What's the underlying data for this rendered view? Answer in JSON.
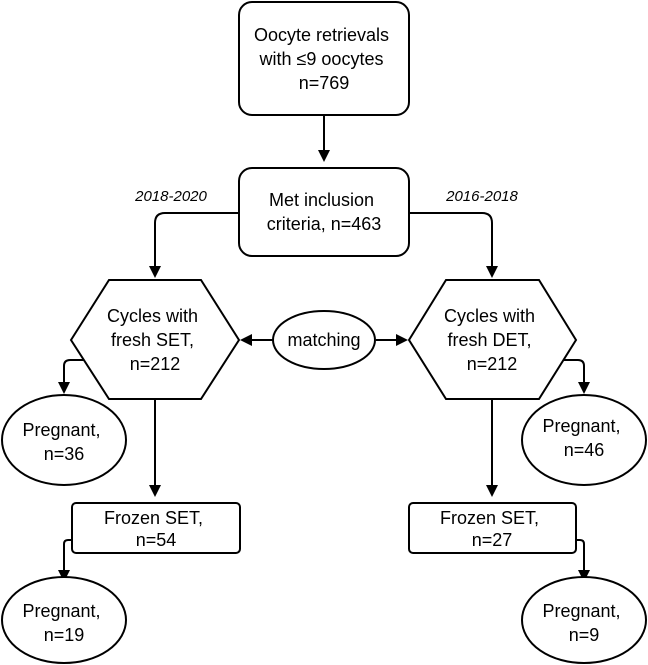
{
  "nodes": {
    "oocyte": [
      "Oocyte retrievals",
      "with ≤9 oocytes",
      "n=769"
    ],
    "inclusion": [
      "Met inclusion",
      "criteria, n=463"
    ],
    "fresh_set": [
      "Cycles with",
      "fresh SET,",
      "n=212"
    ],
    "fresh_det": [
      "Cycles with",
      "fresh DET,",
      "n=212"
    ],
    "matching": [
      "matching"
    ],
    "preg_left_1": [
      "Pregnant,",
      "n=36"
    ],
    "preg_right_1": [
      "Pregnant,",
      "n=46"
    ],
    "frozen_left": [
      "Frozen SET,",
      "n=54"
    ],
    "frozen_right": [
      "Frozen SET,",
      "n=27"
    ],
    "preg_left_2": [
      "Pregnant,",
      "n=19"
    ],
    "preg_right_2": [
      "Pregnant,",
      "n=9"
    ]
  },
  "labels": {
    "left_period": "2018-2020",
    "right_period": "2016-2018"
  }
}
